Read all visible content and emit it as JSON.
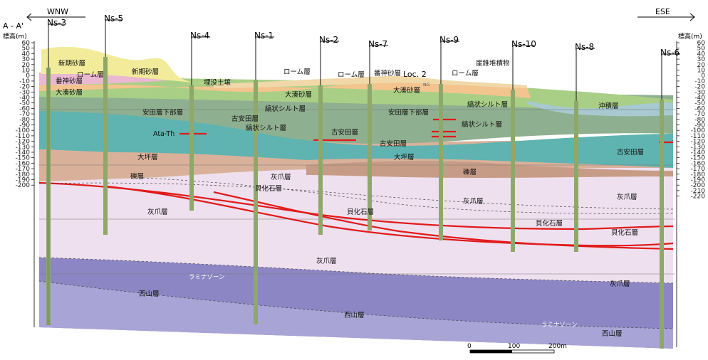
{
  "section_label": "A - A'",
  "direction_left": "WNW",
  "direction_right": "ESE",
  "y_axis_label_left": "標高(m)",
  "y_axis_label_right": "標高(m)",
  "y_ticks_left": [
    60,
    50,
    40,
    30,
    20,
    10,
    0,
    -10,
    -20,
    -30,
    -40,
    -50,
    -60,
    -70,
    -80,
    -90,
    -100,
    -110,
    -120,
    -130,
    -140,
    -150,
    -160,
    -170,
    -180,
    -190,
    -200
  ],
  "y_ticks_right": [
    60,
    50,
    40,
    30,
    20,
    10,
    0,
    -10,
    -20,
    -30,
    -40,
    -50,
    -60,
    -70,
    -80,
    -90,
    -100,
    -110,
    -120,
    -130,
    -140,
    -150,
    -160,
    -170,
    -180,
    -190,
    -200,
    -210,
    -220
  ],
  "boreholes": [
    {
      "name": "Ns-3"
    },
    {
      "name": "Ns-5"
    },
    {
      "name": "Ns-4"
    },
    {
      "name": "Ns-1"
    },
    {
      "name": "Ns-2"
    },
    {
      "name": "Ns-7"
    },
    {
      "name": "Ns-9"
    },
    {
      "name": "Ns-10"
    },
    {
      "name": "Ns-8"
    },
    {
      "name": "Ns-6"
    }
  ],
  "layer_labels": {
    "shinki_sand": "新期砂層",
    "shinki_sand_2": "新期砂層",
    "loam_1": "ローム層",
    "loam_2": "ローム層",
    "loam_3": "ローム層",
    "loam_4": "ローム層",
    "banjin_sand_1": "番神砂層",
    "banjin_sand_2": "番神砂層",
    "ominato_sand_1": "大湊砂層",
    "ominato_sand_2": "大湊砂層",
    "ominato_sand_3": "大湊砂層",
    "maibotsu": "埋没土壌",
    "gaisui": "崖錐堆積物",
    "loc2": "Loc. 2",
    "ng": "NG",
    "yasuda_lower_1": "安田層下部層",
    "yasuda_lower_2": "安田層下部層",
    "shima_silt_1": "縞状シルト層",
    "shima_silt_2": "縞状シルト層",
    "shima_silt_3": "縞状シルト層",
    "shima_silt_4": "縞状シルト層",
    "ko_yasuda_1": "古安田層",
    "ko_yasuda_2": "古安田層",
    "ko_yasuda_3": "古安田層",
    "ko_yasuda_4": "古安田層",
    "okizumi": "沖積層",
    "ata_th": "Ata-Th",
    "otsubo_1": "大坪層",
    "otsubo_2": "大坪層",
    "reki_1": "礫層",
    "reki_2": "礫層",
    "haizume_1": "灰爪層",
    "haizume_2": "灰爪層",
    "haizume_3": "灰爪層",
    "haizume_4": "灰爪層",
    "haizume_5": "灰爪層",
    "haizume_6": "灰爪層",
    "kaika_1": "貝化石層",
    "kaika_2": "貝化石層",
    "kaika_3": "貝化石層",
    "kaika_4": "貝化石層",
    "raminar_1": "ラミナゾーン",
    "raminar_2": "ラミナゾーン",
    "nishiyama_1": "西山層",
    "nishiyama_2": "西山層",
    "nishiyama_3": "西山層"
  },
  "scale_bar": {
    "labels": [
      "0",
      "100",
      "200m"
    ]
  },
  "colors": {
    "shinki_sand": "#f2ec9a",
    "loam": "#f0d8a8",
    "banjin": "#eab8d0",
    "ominato": "#f3c48e",
    "silt_green": "#a9cf86",
    "silt_dark": "#8fb090",
    "ko_yasuda": "#5fb3b0",
    "otsubo": "#d9b19a",
    "reki": "#c89a84",
    "haizume": "#efe0ef",
    "nishiyama": "#8c86c4",
    "okizumi": "#a7c9cf",
    "red_line": "#e01a1a"
  }
}
